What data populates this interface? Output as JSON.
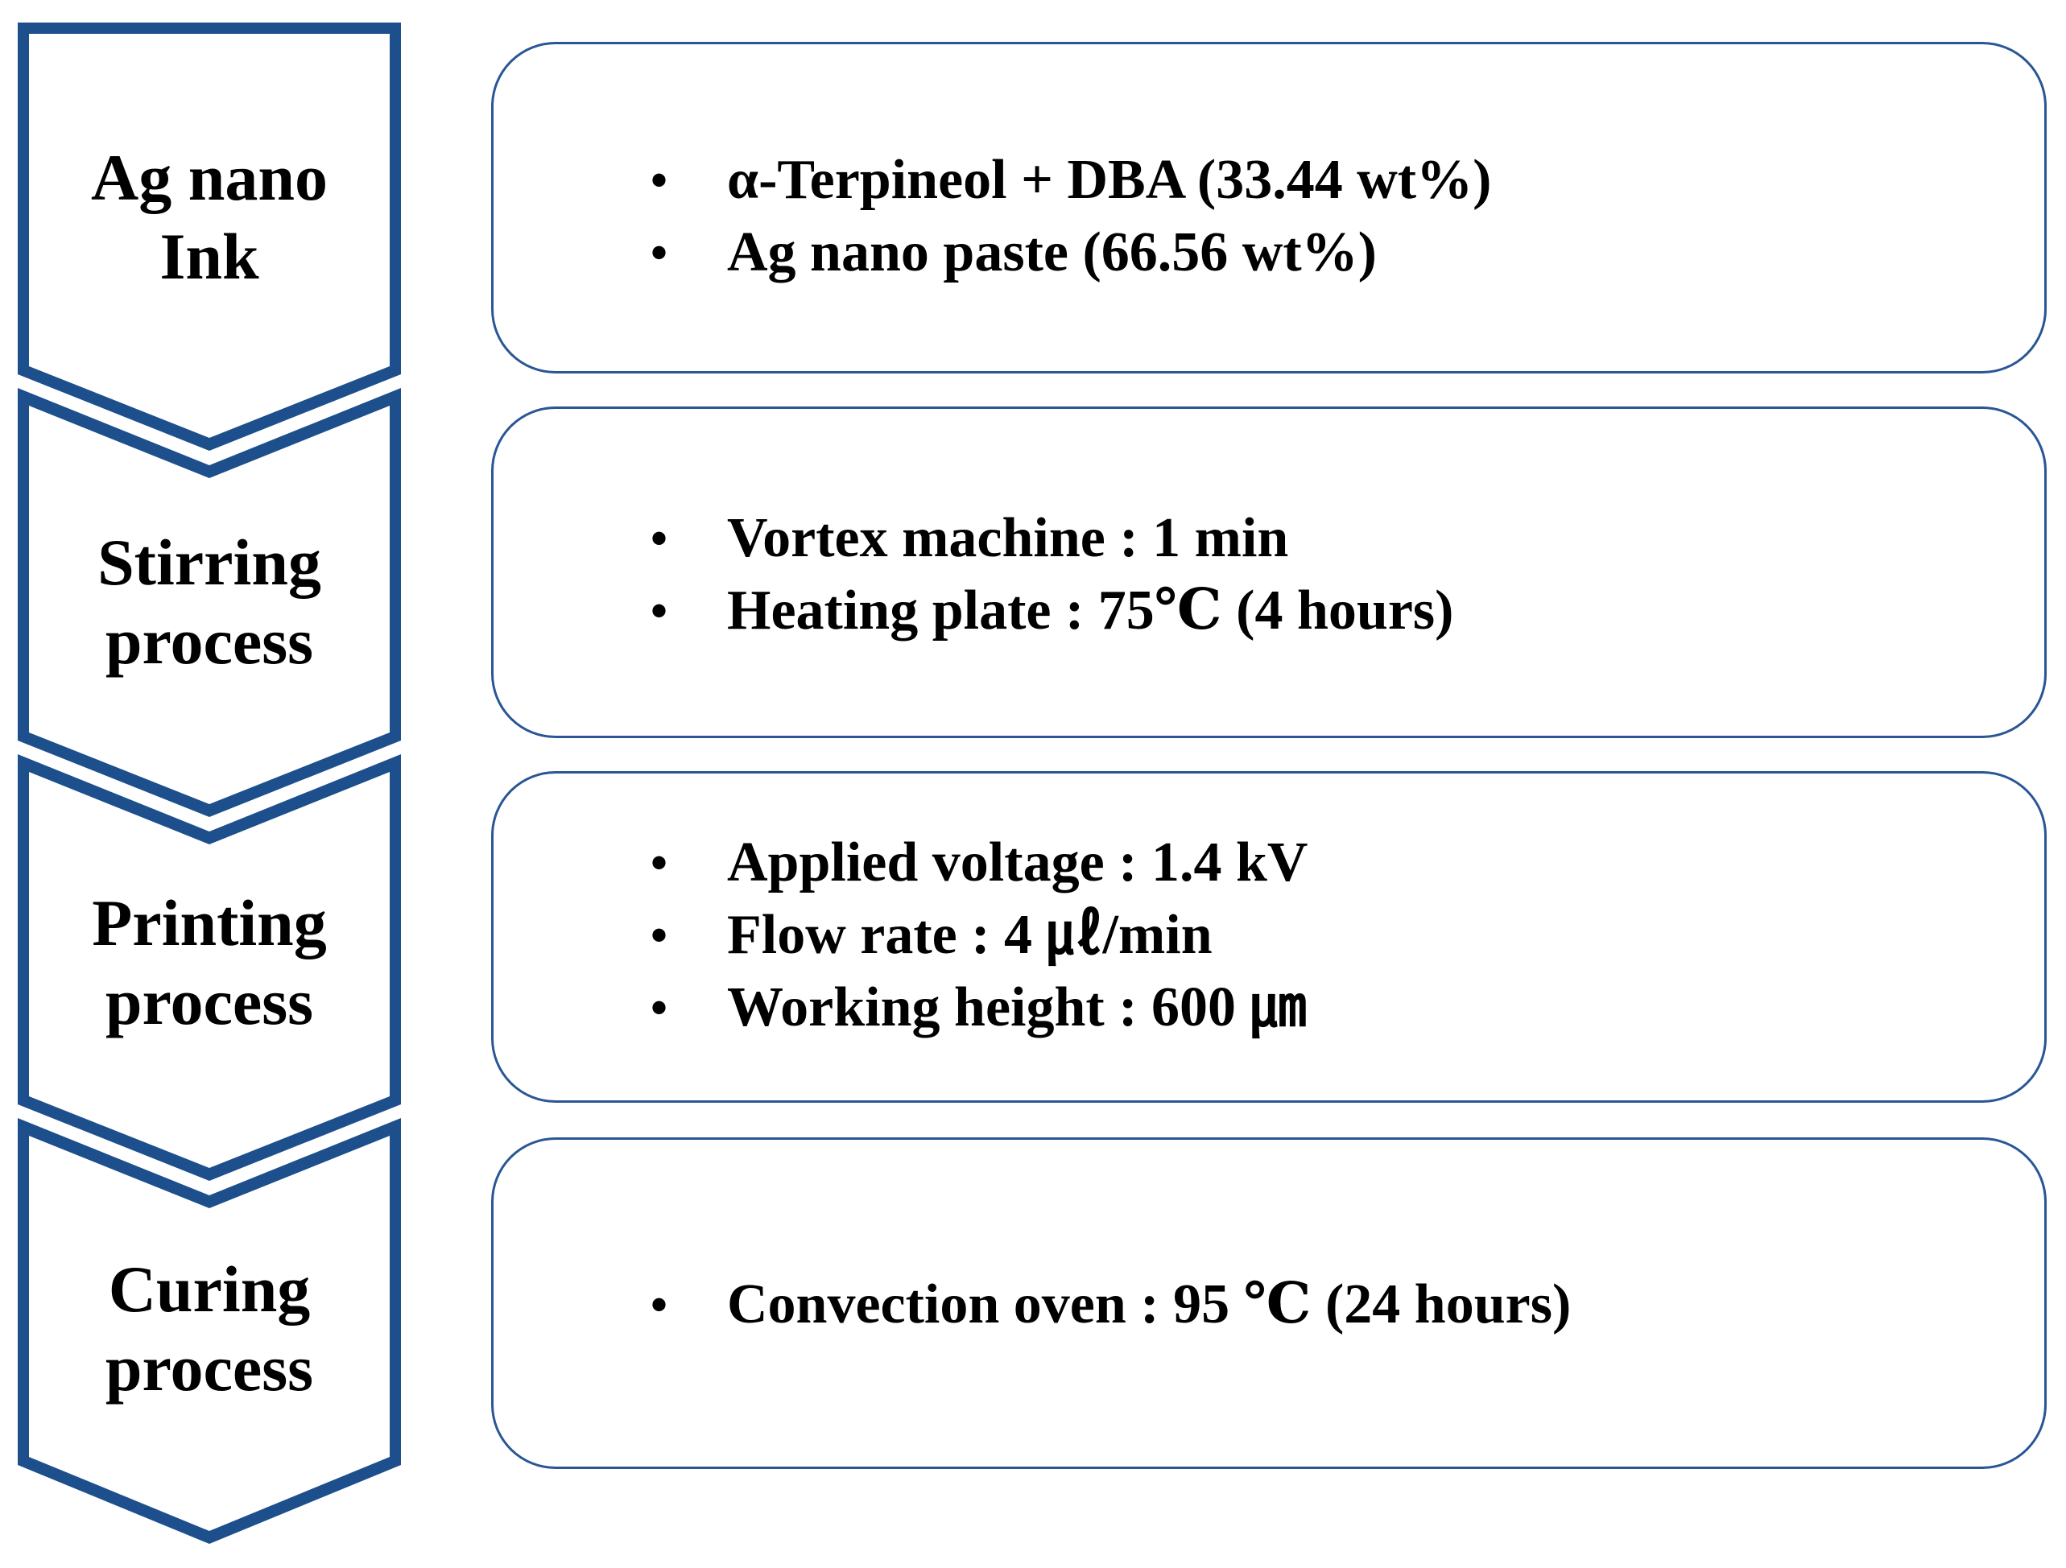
{
  "colors": {
    "chevron_outer": "#1d4f8c",
    "chevron_inner": "#ffffff",
    "box_border": "#2a5695"
  },
  "steps": [
    {
      "label_lines": [
        "Ag nano",
        "Ink"
      ],
      "items": [
        "α-Terpineol + DBA (33.44 wt%)",
        "Ag nano paste (66.56 wt%)"
      ]
    },
    {
      "label_lines": [
        "Stirring",
        "process"
      ],
      "items": [
        "Vortex machine : 1 min",
        "Heating plate : 75℃ (4 hours)"
      ]
    },
    {
      "label_lines": [
        "Printing",
        "process"
      ],
      "items": [
        "Applied voltage : 1.4 kV",
        "Flow rate : 4 ㎕/min",
        "Working height : 600 ㎛"
      ]
    },
    {
      "label_lines": [
        "Curing",
        "process"
      ],
      "items": [
        "Convection oven : 95 ℃ (24 hours)"
      ]
    }
  ],
  "bullet_symbol": "•"
}
